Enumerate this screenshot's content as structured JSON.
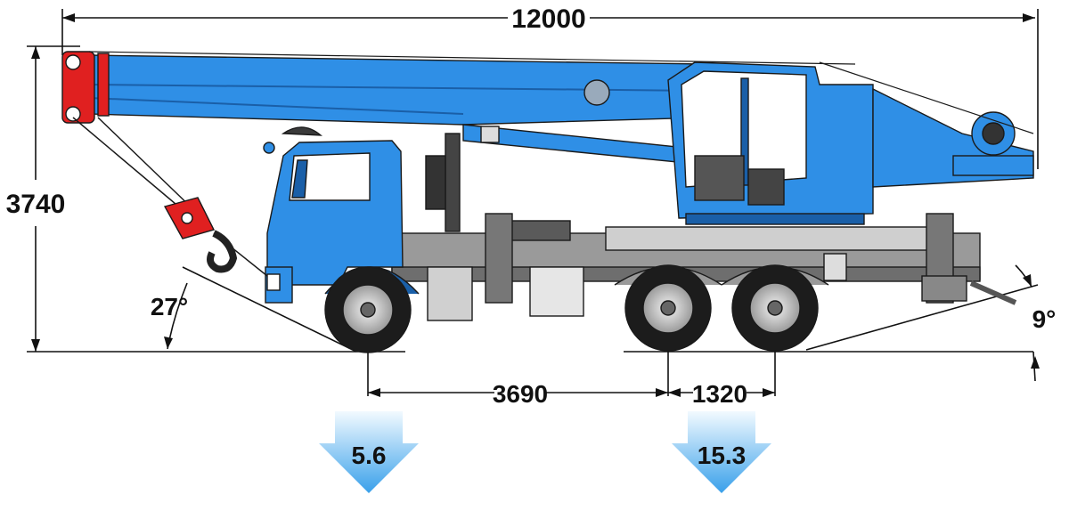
{
  "dimensions": {
    "overall_length": "12000",
    "overall_height": "3740",
    "wheelbase_front": "3690",
    "wheelbase_rear": "1320",
    "approach_angle": "27°",
    "departure_angle": "9°"
  },
  "axle_loads": {
    "front": "5.6",
    "rear": "15.3"
  },
  "colors": {
    "body_blue": "#2b8ee6",
    "dark_blue": "#1a5fa8",
    "hook_red": "#e02020",
    "arrow_top": "#e6f4ff",
    "arrow_bottom": "#3aa3ea",
    "chassis_gray": "#8a8a8a",
    "tire": "#1c1c1c"
  }
}
